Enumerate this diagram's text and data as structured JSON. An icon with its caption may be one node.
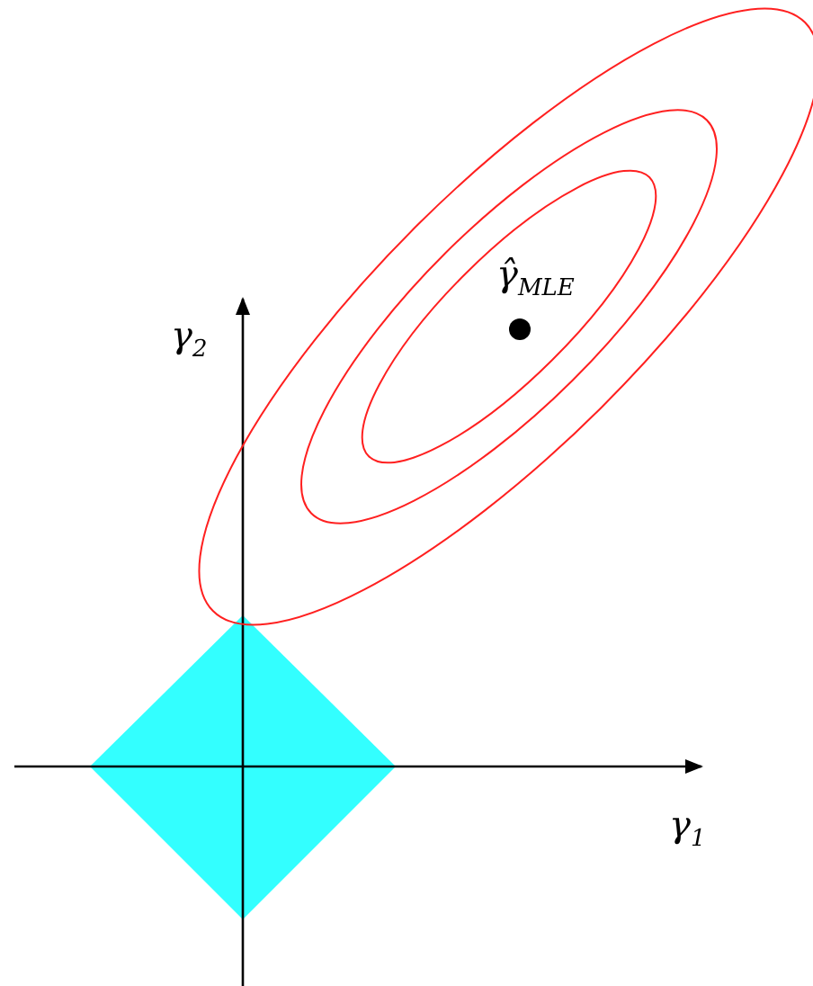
{
  "diagram": {
    "labels": [
      "γ̂$_{MLE}$",
      "γ$_{2}$",
      "γ$_{1}$"
    ]
  }
}
